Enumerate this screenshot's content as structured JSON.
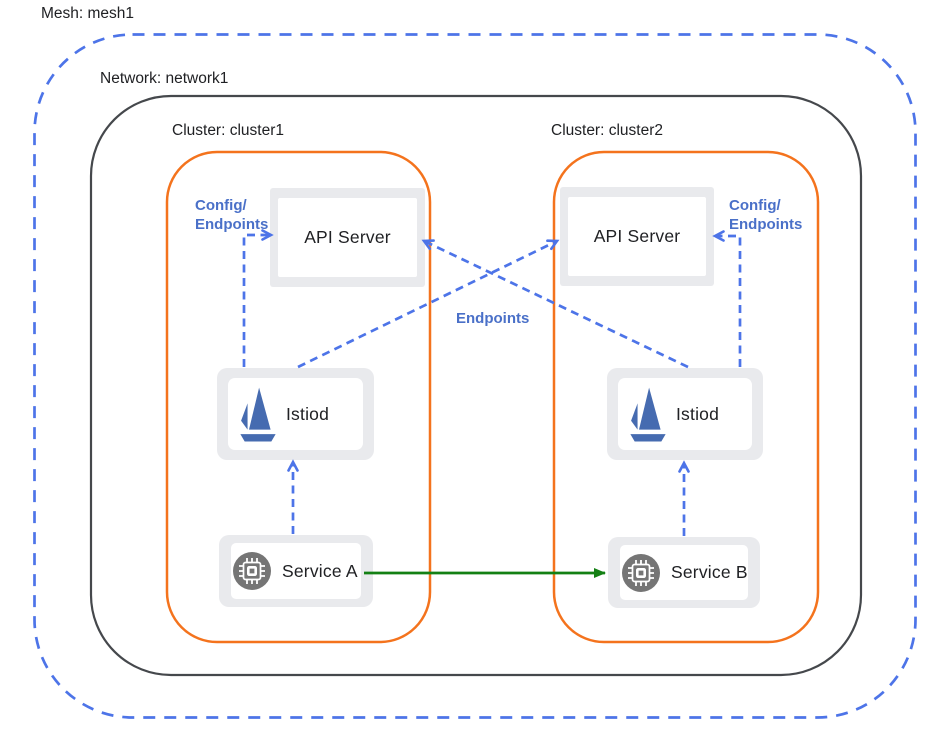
{
  "mesh": {
    "label": "Mesh: mesh1"
  },
  "network": {
    "label": "Network: network1"
  },
  "clusters": [
    {
      "label": "Cluster: cluster1",
      "api_server_label": "API Server",
      "istiod_label": "Istiod",
      "service_label": "Service A",
      "config_label_line1": "Config/",
      "config_label_line2": "Endpoints"
    },
    {
      "label": "Cluster: cluster2",
      "api_server_label": "API Server",
      "istiod_label": "Istiod",
      "service_label": "Service B",
      "config_label_line1": "Config/",
      "config_label_line2": "Endpoints"
    }
  ],
  "center_label": "Endpoints",
  "icons": {
    "istiod": "istio-sailboat-icon",
    "service": "chip-icon"
  },
  "colors": {
    "mesh_border_blue": "#4d74e8",
    "network_border_gray": "#45484c",
    "cluster_border_orange": "#f4731d",
    "arrow_blue": "#4d74e8",
    "arrow_green": "#148014",
    "label_blue": "#4a70c8",
    "box_gray": "#e9eaed",
    "istio_logo_blue": "#466bb0",
    "service_icon_gray": "#757575",
    "text_dark": "#202124"
  }
}
